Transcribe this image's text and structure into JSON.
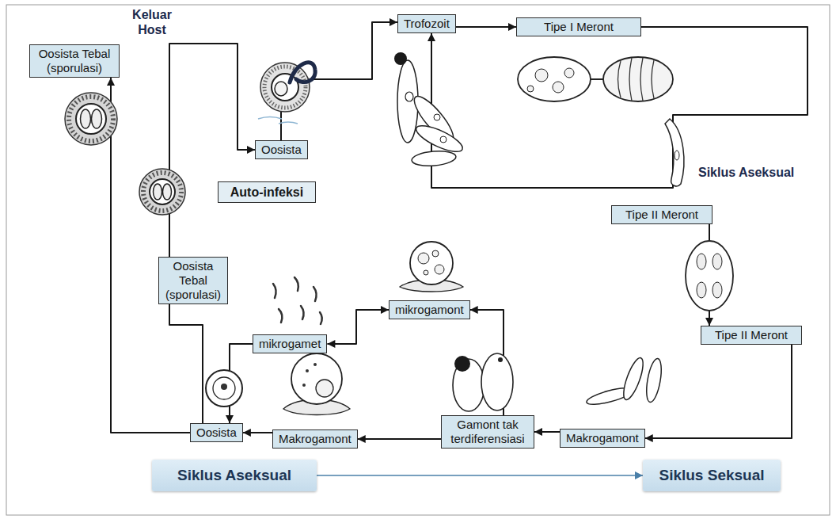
{
  "diagram": {
    "nodes": [
      {
        "text": [
          "Oosista Tebal (sporulasi)"
        ]
      },
      {
        "text": [
          "Oosista"
        ]
      },
      {
        "text": [
          "Trofozoit"
        ]
      },
      {
        "text": [
          "Tipe I Meront"
        ]
      },
      {
        "text": [
          "Auto-infeksi"
        ]
      },
      {
        "text": [
          "Tipe II Meront"
        ]
      },
      {
        "text": [
          "Oosista Tebal (sporulasi)"
        ]
      },
      {
        "text": [
          "mikrogamont"
        ]
      },
      {
        "text": [
          "mikrogamet"
        ]
      },
      {
        "text": [
          "Tipe II Meront"
        ]
      },
      {
        "text": [
          "Oosista"
        ]
      },
      {
        "text": [
          "Makrogamont"
        ]
      },
      {
        "text": [
          "Gamont tak terdiferensiasi"
        ]
      },
      {
        "text": [
          "Makrogamont"
        ]
      },
      {
        "text": [
          "Siklus Aseksual"
        ]
      },
      {
        "text": [
          "Siklus Seksual"
        ]
      }
    ],
    "edges": [
      {
        "from": 6,
        "to": 1,
        "arrow": "to"
      },
      {
        "from": 1,
        "to": 2,
        "arrow": "to"
      },
      {
        "from": 2,
        "to": 3,
        "arrow": "to"
      },
      {
        "from": 3,
        "to": 2,
        "arrow": "to"
      },
      {
        "from": 5,
        "to": 9,
        "arrow": "to"
      },
      {
        "from": 9,
        "to": 13,
        "arrow": "to"
      },
      {
        "from": 13,
        "to": 12,
        "arrow": "to"
      },
      {
        "from": 12,
        "to": 7,
        "arrow": "to"
      },
      {
        "from": 12,
        "to": 11,
        "arrow": "to"
      },
      {
        "from": 7,
        "to": 8,
        "arrow": "both"
      },
      {
        "from": 8,
        "to": 10,
        "arrow": "to"
      },
      {
        "from": 11,
        "to": 10,
        "arrow": "to"
      },
      {
        "from": 10,
        "to": 0,
        "arrow": "to"
      },
      {
        "from": 6,
        "to": 10,
        "arrow": "none"
      },
      {
        "from": 14,
        "to": 15,
        "arrow": "to"
      }
    ],
    "labels": [
      "Keluar Host",
      "Siklus Aseksual"
    ]
  }
}
